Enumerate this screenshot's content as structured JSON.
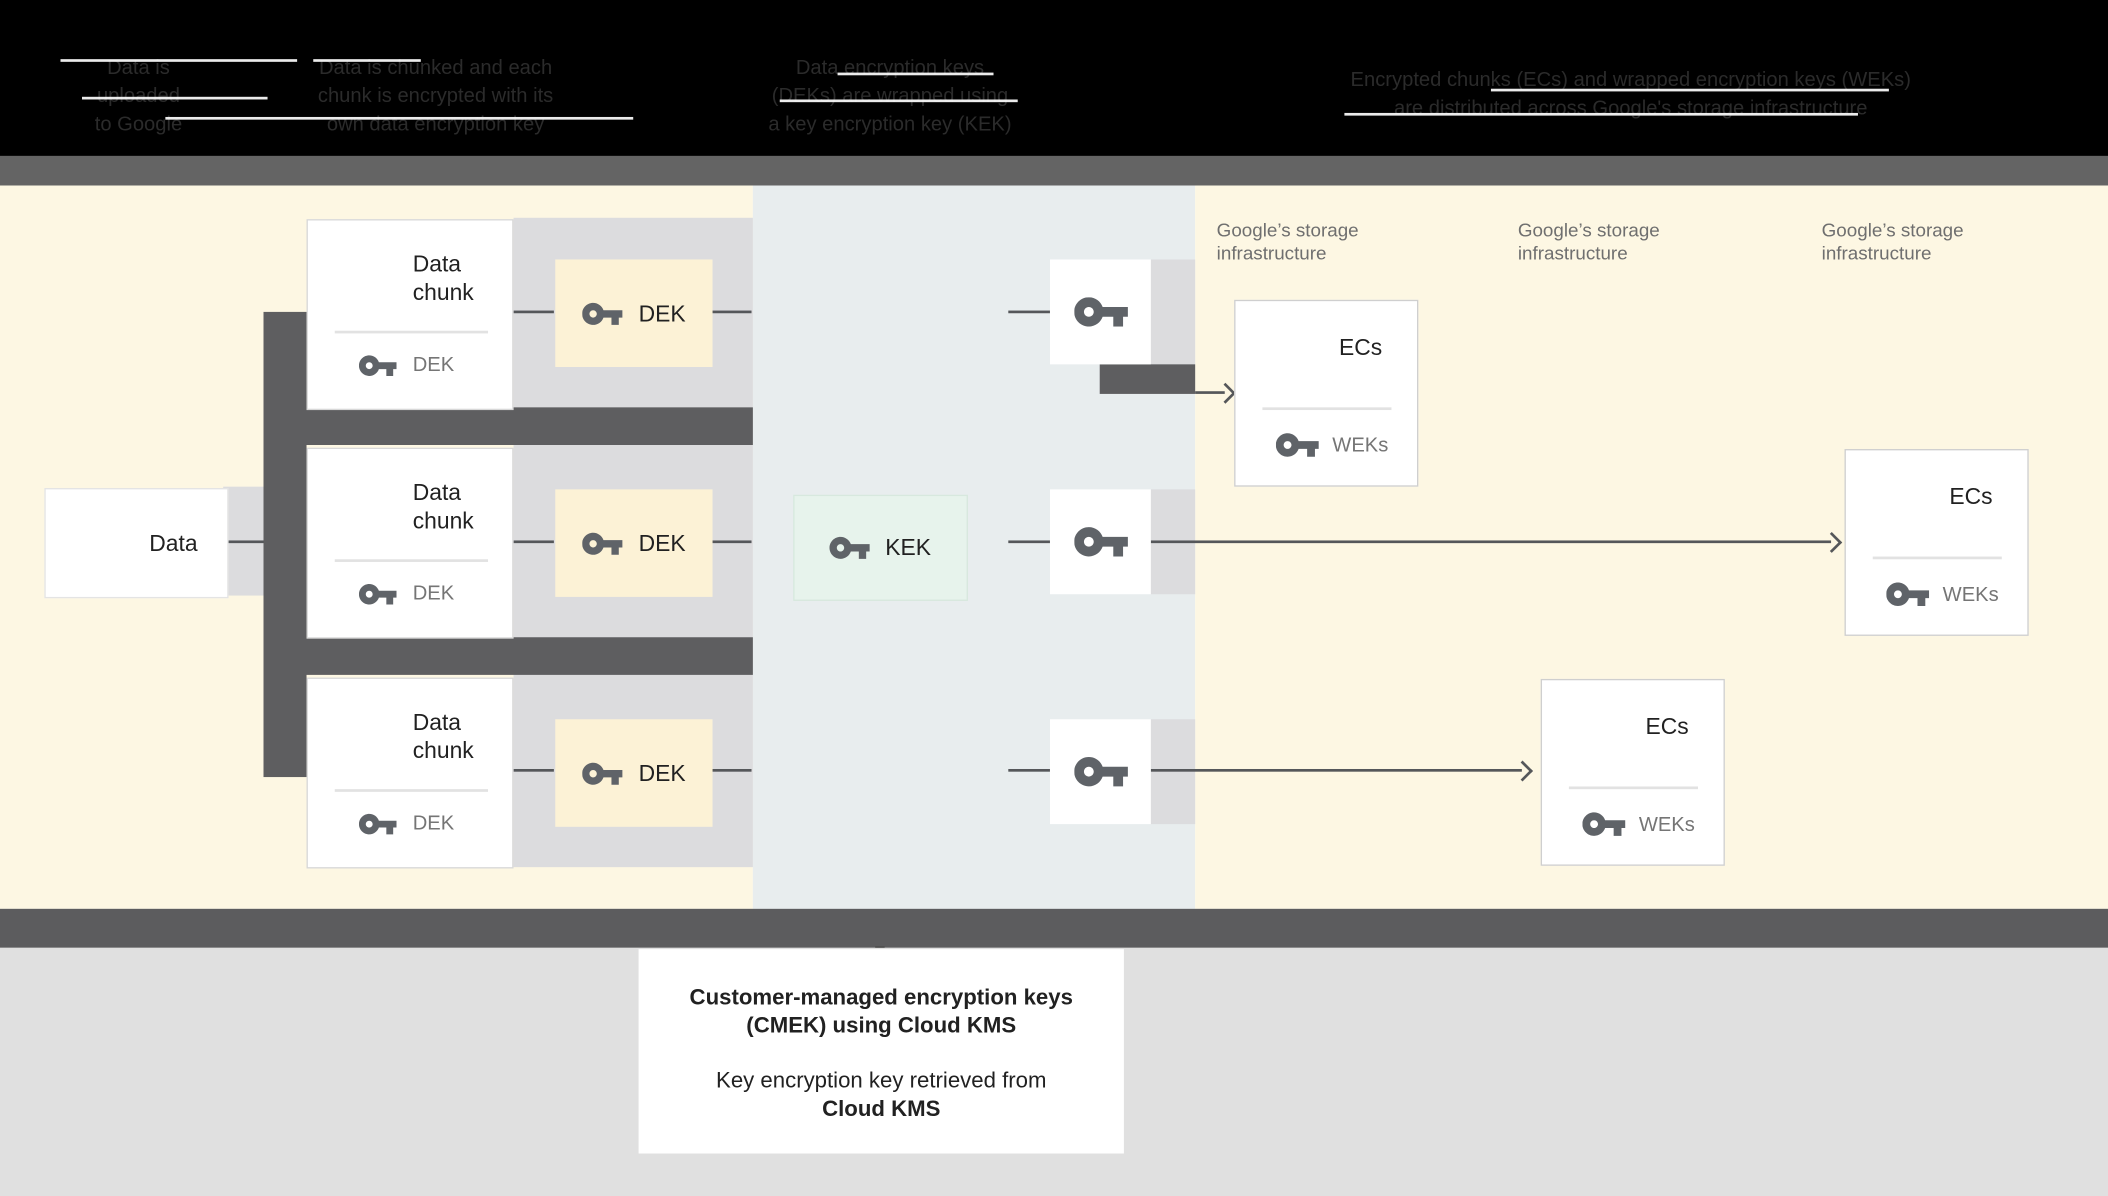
{
  "header": {
    "captions": [
      {
        "lines": [
          "Data is",
          "uploaded",
          "to Google"
        ]
      },
      {
        "lines": [
          "Data is chunked and each",
          "chunk is encrypted with its",
          "own data encryption key"
        ]
      },
      {
        "lines": [
          "Data encryption keys",
          "(DEKs) are wrapped using",
          "a key encryption key (KEK)"
        ]
      },
      {
        "lines": [
          "Encrypted chunks (ECs) and wrapped encryption keys (WEKs)",
          "are distributed across Google's storage infrastructure"
        ]
      }
    ]
  },
  "diagram": {
    "data_box": {
      "label": "Data"
    },
    "chunk_cards": [
      {
        "title": "Data chunk",
        "key_label": "DEK"
      },
      {
        "title": "Data chunk",
        "key_label": "DEK"
      },
      {
        "title": "Data chunk",
        "key_label": "DEK"
      }
    ],
    "dek_labels": [
      "DEK",
      "DEK",
      "DEK"
    ],
    "kek_label": "KEK",
    "storage_labels": [
      {
        "line1": "Google’s storage",
        "line2": "infrastructure"
      },
      {
        "line1": "Google’s storage",
        "line2": "infrastructure"
      },
      {
        "line1": "Google’s storage",
        "line2": "infrastructure"
      }
    ],
    "ec_cards": [
      {
        "title": "ECs",
        "key_label": "WEKs"
      },
      {
        "title": "ECs",
        "key_label": "WEKs"
      },
      {
        "title": "ECs",
        "key_label": "WEKs"
      }
    ]
  },
  "footer": {
    "bold_line1": "Customer-managed encryption keys",
    "bold_line2": "(CMEK) using Cloud KMS",
    "normal_line": "Key encryption key retrieved from",
    "bold_line3": "Cloud KMS"
  },
  "colors": {
    "header_bg": "#000000",
    "header_text": "#2b2b2b",
    "gray_band": "#646464",
    "dark_connector": "#5e5e60",
    "backdrop_gray": "#dcdcde",
    "yellow_bg": "#fdf7e3",
    "blue_gray_bg": "#e8edee",
    "dek_yellow": "#fcf2d6",
    "kek_green": "#e7f3ec",
    "icon_gray": "#5f6368",
    "text_primary": "#212121",
    "text_secondary": "#757575",
    "bottom_bg": "#e0e0e0"
  }
}
